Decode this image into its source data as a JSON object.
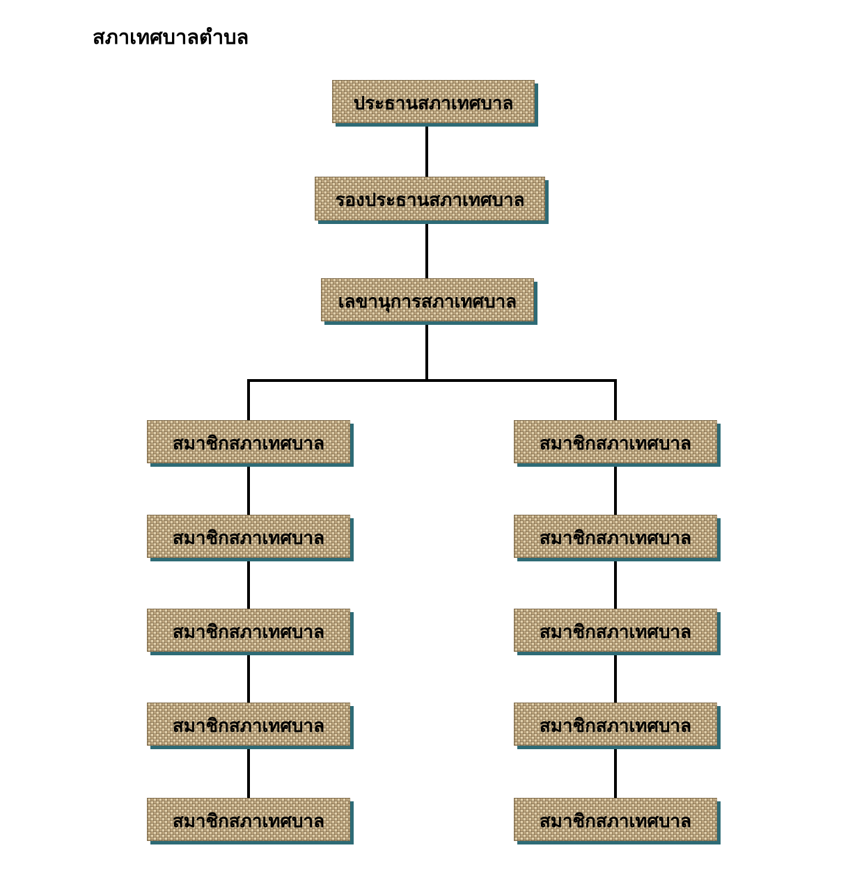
{
  "title": "สภาเทศบาลตำบล",
  "nodes": {
    "chairman": "ประธานสภาเทศบาล",
    "vice_chairman": "รองประธานสภาเทศบาล",
    "secretary": "เลขานุการสภาเทศบาล"
  },
  "members": {
    "left": [
      "สมาชิกสภาเทศบาล",
      "สมาชิกสภาเทศบาล",
      "สมาชิกสภาเทศบาล",
      "สมาชิกสภาเทศบาล",
      "สมาชิกสภาเทศบาล"
    ],
    "right": [
      "สมาชิกสภาเทศบาล",
      "สมาชิกสภาเทศบาล",
      "สมาชิกสภาเทศบาล",
      "สมาชิกสภาเทศบาล",
      "สมาชิกสภาเทศบาล"
    ]
  },
  "colors": {
    "page_bg": "#ffffff",
    "box_fill": "#d8c29a",
    "box_weave_dark": "#5e4a2c",
    "box_weave_light": "#f7ecd0",
    "shadow": "#2e6b76",
    "line": "#000000",
    "text": "#000000"
  }
}
